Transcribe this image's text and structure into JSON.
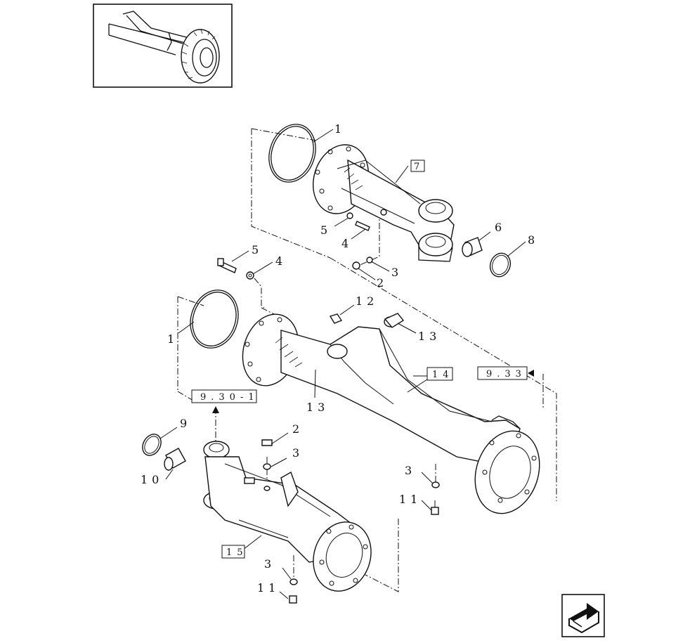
{
  "labels": {
    "ring_upper": "1",
    "ring_lower": "1",
    "bolt_upper": "5",
    "bolt_mid": "5",
    "washer_mid": "4",
    "bolt_upper_4": "4",
    "cap_upper": "2",
    "washer_upper": "3",
    "bushing_upper": "6",
    "seal_upper": "8",
    "grease_fitting": "12",
    "bushing_right": "13",
    "bushing_left": "13",
    "cap_lower": "2",
    "washer_lower": "3",
    "washer_right": "3",
    "fitting_right": "11",
    "washer_bottom": "3",
    "fitting_bottom": "11",
    "seal_lower": "9",
    "bushing_lower": "10"
  },
  "boxes": {
    "upper_housing": "7",
    "center_housing": "14",
    "lower_housing": "15",
    "ref_left": "9.30-1",
    "ref_right": "9.33"
  },
  "icons": {
    "thumbnail": "tractor-axle-thumbnail-icon",
    "next": "next-page-arrow-icon"
  }
}
